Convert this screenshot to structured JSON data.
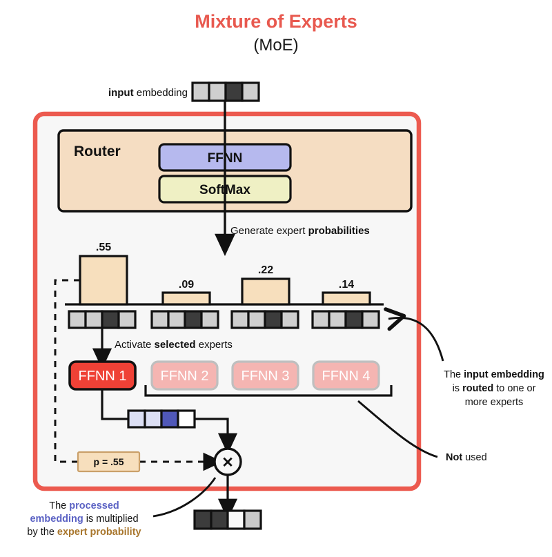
{
  "title": {
    "main": "Mixture of Experts",
    "sub": "(MoE)",
    "main_color": "#e8594f",
    "sub_color": "#1a1a1a"
  },
  "input": {
    "label_bold": "input",
    "label_rest": " embedding",
    "cells": [
      "#cfcfcf",
      "#cfcfcf",
      "#3c3c3c",
      "#cfcfcf"
    ]
  },
  "router": {
    "title": "Router",
    "box_color": "#f5ddc2",
    "blocks": [
      {
        "label": "FFNN",
        "fill": "#b6b9ee"
      },
      {
        "label": "SoftMax",
        "fill": "#eff0c4"
      }
    ]
  },
  "arrows": {
    "generate": {
      "plain1": "Generate expert ",
      "bold": "probabilities"
    },
    "activate": {
      "plain1": "Activate ",
      "bold": "selected",
      "plain2": " experts"
    }
  },
  "chart_data": {
    "type": "bar",
    "title": "Generate expert probabilities",
    "categories": [
      "Expert 1",
      "Expert 2",
      "Expert 3",
      "Expert 4"
    ],
    "values": [
      0.55,
      0.09,
      0.22,
      0.14
    ],
    "labels": [
      ".55",
      ".09",
      ".22",
      ".14"
    ],
    "ylim": [
      0,
      0.6
    ],
    "xlabel": "",
    "ylabel": "",
    "grid": false,
    "legend": null,
    "bar_fill": "#f7dfbd",
    "bar_stroke": "#111111"
  },
  "token_strips": {
    "count": 4,
    "cells": [
      "#cfcfcf",
      "#cfcfcf",
      "#3c3c3c",
      "#cfcfcf"
    ]
  },
  "experts": [
    {
      "label": "FFNN 1",
      "state": "active",
      "fill": "#ef4136",
      "stroke": "#111111",
      "text": "#ffffff"
    },
    {
      "label": "FFNN 2",
      "state": "inactive",
      "fill": "#f5b5b2",
      "stroke": "#bfbfbf",
      "text": "#ffe9e7"
    },
    {
      "label": "FFNN 3",
      "state": "inactive",
      "fill": "#f5b5b2",
      "stroke": "#bfbfbf",
      "text": "#ffe9e7"
    },
    {
      "label": "FFNN 4",
      "state": "inactive",
      "fill": "#f5b5b2",
      "stroke": "#bfbfbf",
      "text": "#ffe9e7"
    }
  ],
  "processed_embedding": {
    "cells": [
      "#dcdff4",
      "#dcdff4",
      "#5058b8",
      "#ffffff"
    ]
  },
  "probability_tag": {
    "text": "p = .55",
    "fill": "#f7dfbd",
    "stroke": "#caa06a"
  },
  "multiply": {
    "symbol": "✕"
  },
  "output_embedding": {
    "cells": [
      "#3c3c3c",
      "#3c3c3c",
      "#fafafa",
      "#c9c9c9"
    ]
  },
  "annotations": {
    "routed": {
      "line1_plain": "The ",
      "line1_bold": "input embedding",
      "line2_plain1": "is ",
      "line2_bold": "routed",
      "line2_plain2": " to one or",
      "line3_plain": "more experts"
    },
    "not_used": {
      "bold": "Not",
      "plain": " used"
    },
    "processed": {
      "l1_plain": "The ",
      "l1_blue": "processed",
      "l2_blue": "embedding",
      "l2_plain": " is multiplied",
      "l3_plain": "by the ",
      "l3_gold": "expert probability"
    }
  },
  "frame": {
    "outer_stroke": "#ec5a4f",
    "inner_fill": "#f7f7f7"
  }
}
